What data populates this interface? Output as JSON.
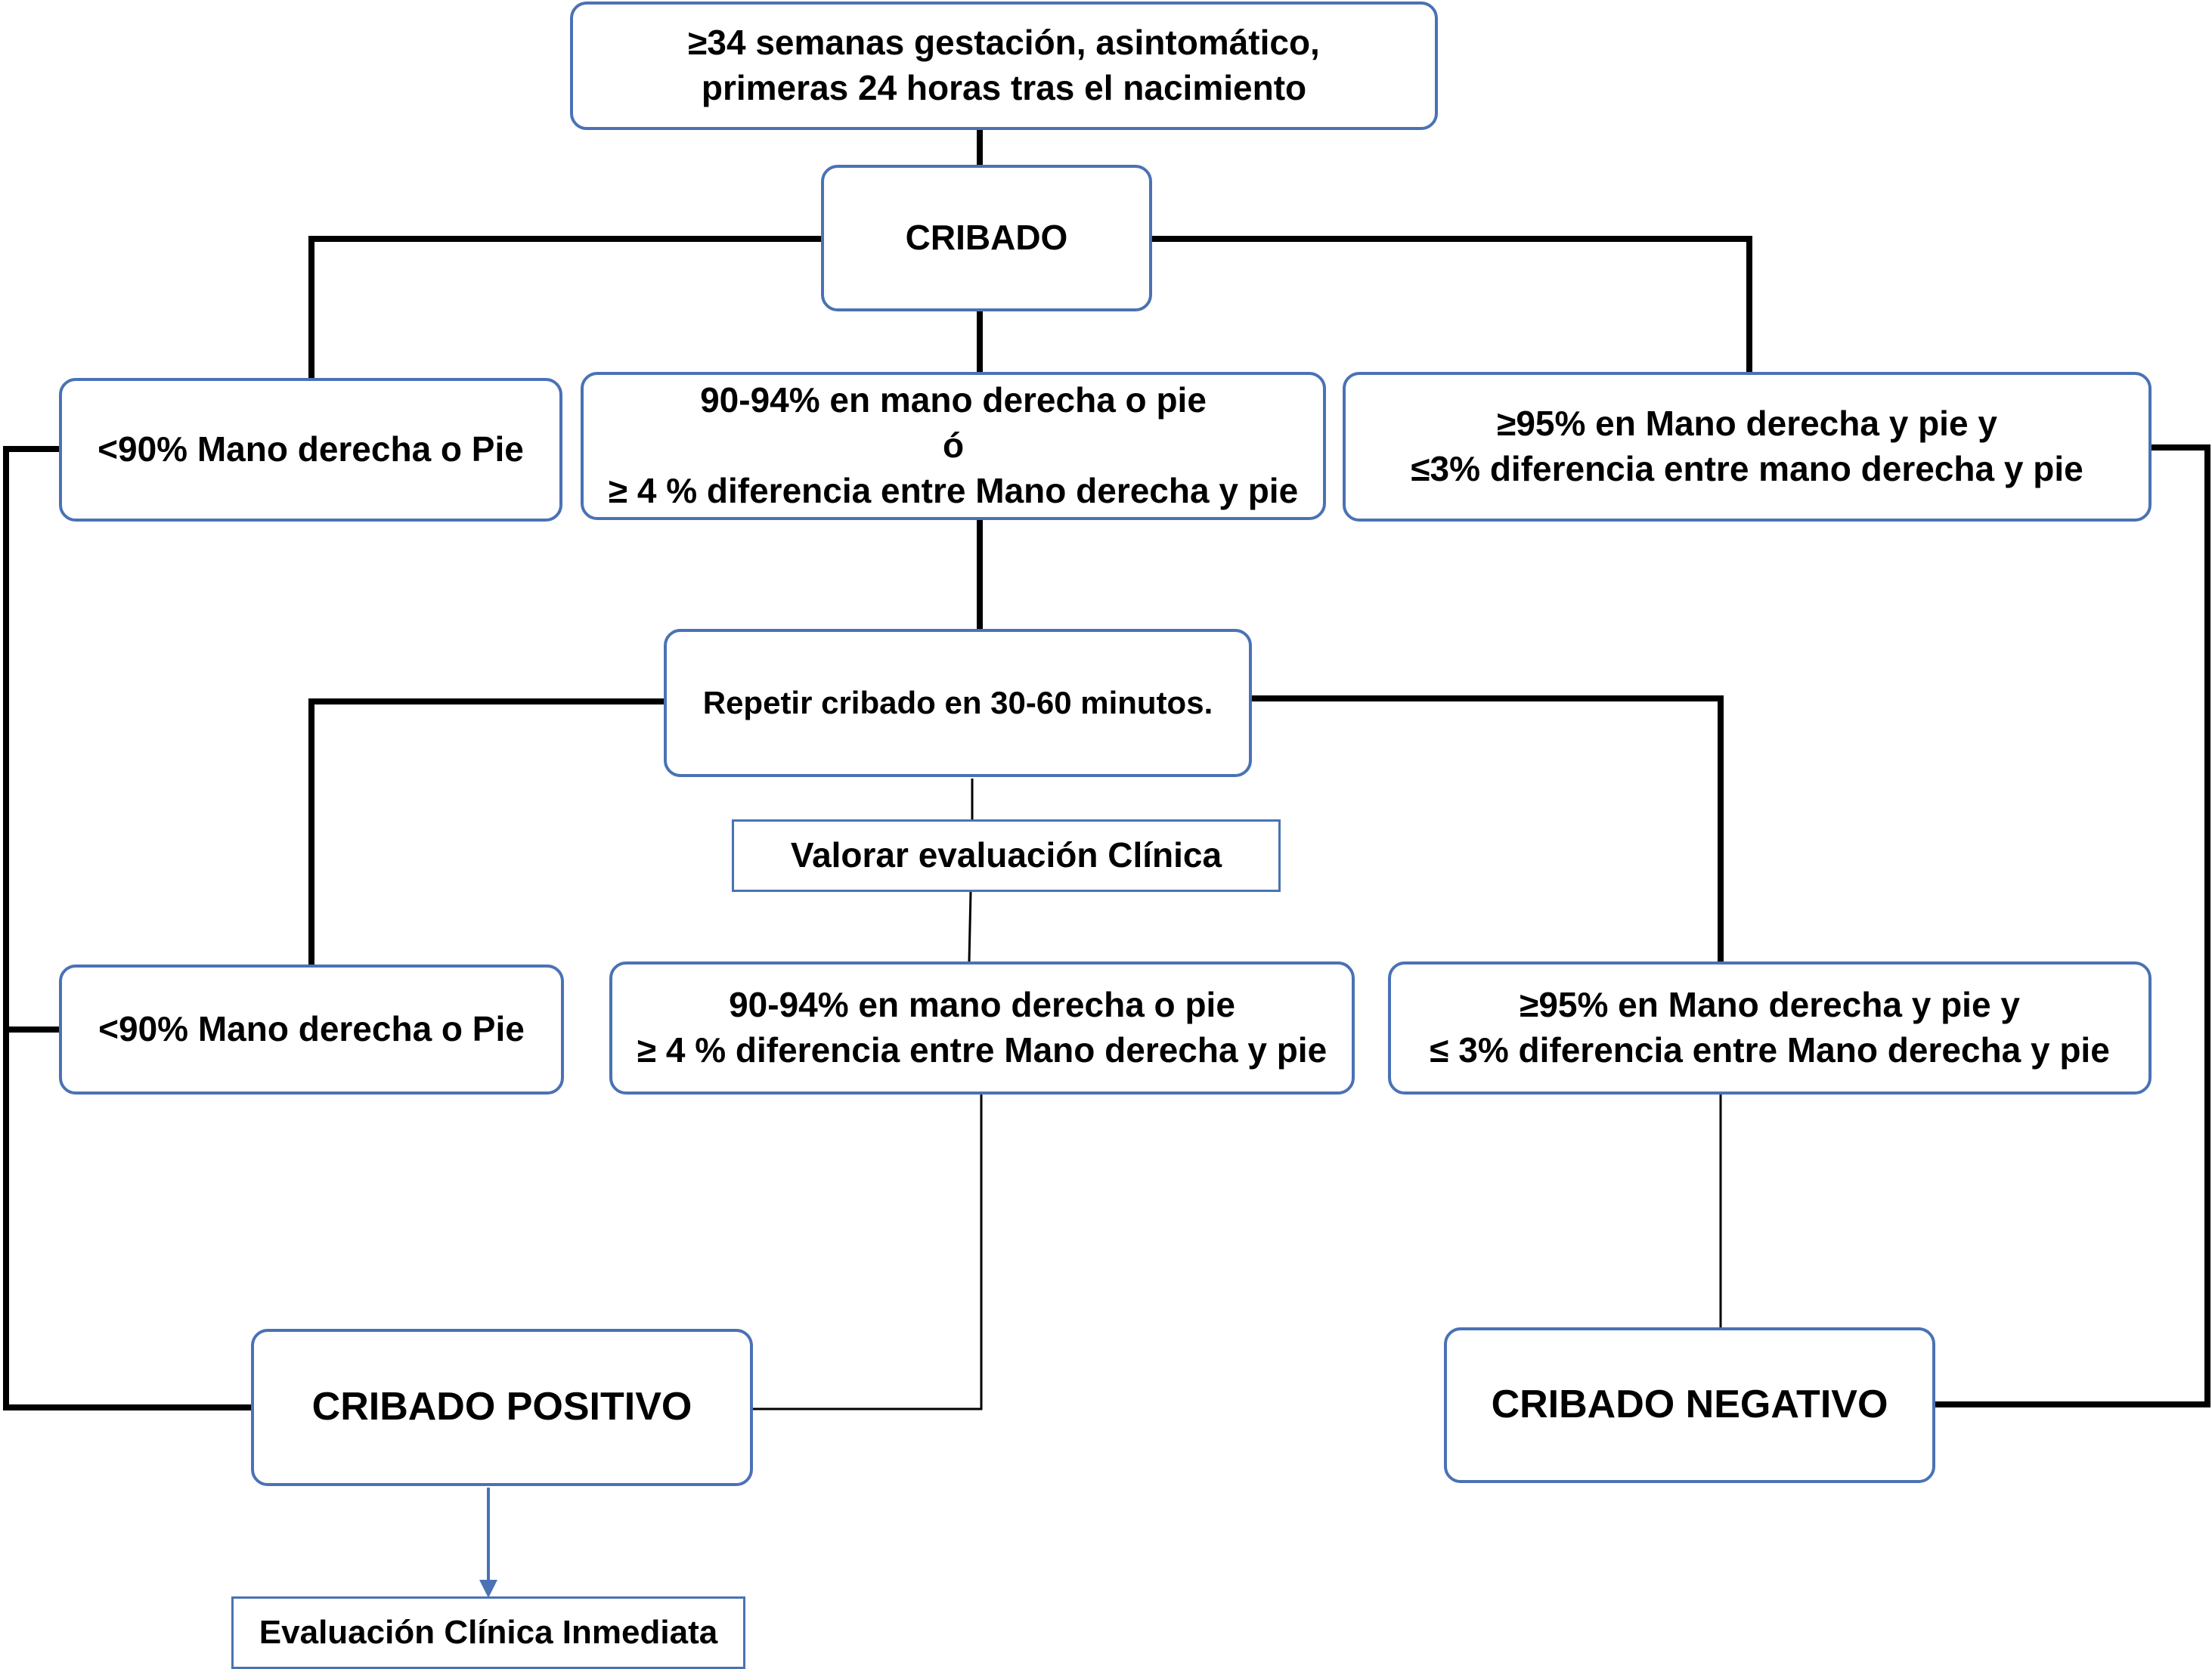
{
  "nodes": {
    "start": {
      "line1": "≥34 semanas gestación, asintomático,",
      "line2": "primeras 24 horas tras el nacimiento"
    },
    "cribado": {
      "label": "CRIBADO"
    },
    "first_low": {
      "label": "<90% Mano derecha o Pie"
    },
    "first_mid": {
      "line1": "90-94% en mano derecha o pie",
      "line2": "ó",
      "line3": "≥ 4 % diferencia entre Mano derecha y pie"
    },
    "first_high": {
      "line1": "≥95% en Mano derecha y pie y",
      "line2": "≤3% diferencia entre mano derecha y pie"
    },
    "repeat": {
      "label": "Repetir cribado en 30-60 minutos."
    },
    "valorar": {
      "label": "Valorar evaluación Clínica"
    },
    "second_low": {
      "label": "<90% Mano derecha o Pie"
    },
    "second_mid": {
      "line1": "90-94% en mano derecha o pie",
      "line2": "≥ 4 % diferencia entre Mano derecha y pie"
    },
    "second_high": {
      "line1": "≥95% en Mano derecha y pie y",
      "line2": "≤ 3% diferencia entre Mano derecha y pie"
    },
    "positive": {
      "label": "CRIBADO POSITIVO"
    },
    "negative": {
      "label": "CRIBADO NEGATIVO"
    },
    "immediate": {
      "label": "Evaluación Clínica Inmediata"
    }
  },
  "colors": {
    "box_border": "#4a72b5",
    "connector": "#000000",
    "arrow": "#4a72b5"
  }
}
